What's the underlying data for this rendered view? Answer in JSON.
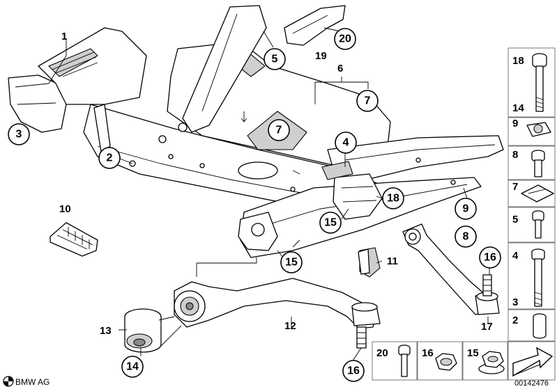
{
  "callouts": [
    {
      "id": "c5",
      "text": "5"
    },
    {
      "id": "c20",
      "text": "20"
    },
    {
      "id": "c7a",
      "text": "7"
    },
    {
      "id": "c7b",
      "text": "7"
    },
    {
      "id": "c3",
      "text": "3"
    },
    {
      "id": "c4",
      "text": "4"
    },
    {
      "id": "c2",
      "text": "2"
    },
    {
      "id": "c18",
      "text": "18"
    },
    {
      "id": "c15a",
      "text": "15"
    },
    {
      "id": "c9",
      "text": "9"
    },
    {
      "id": "c8",
      "text": "8"
    },
    {
      "id": "c15b",
      "text": "15"
    },
    {
      "id": "c16a",
      "text": "16"
    },
    {
      "id": "c14",
      "text": "14"
    },
    {
      "id": "c16b",
      "text": "16"
    }
  ],
  "labels": {
    "l1": "1",
    "l6": "6",
    "l19": "19",
    "l10": "10",
    "l11": "11",
    "l12": "12",
    "l13": "13",
    "l17": "17"
  },
  "side_panel": [
    "18",
    "14",
    "9",
    "8",
    "7",
    "5",
    "4",
    "3",
    "2"
  ],
  "bottom_panel": [
    "20",
    "16",
    "15"
  ],
  "footer": {
    "brand": "BMW AG",
    "code": "00142476"
  }
}
